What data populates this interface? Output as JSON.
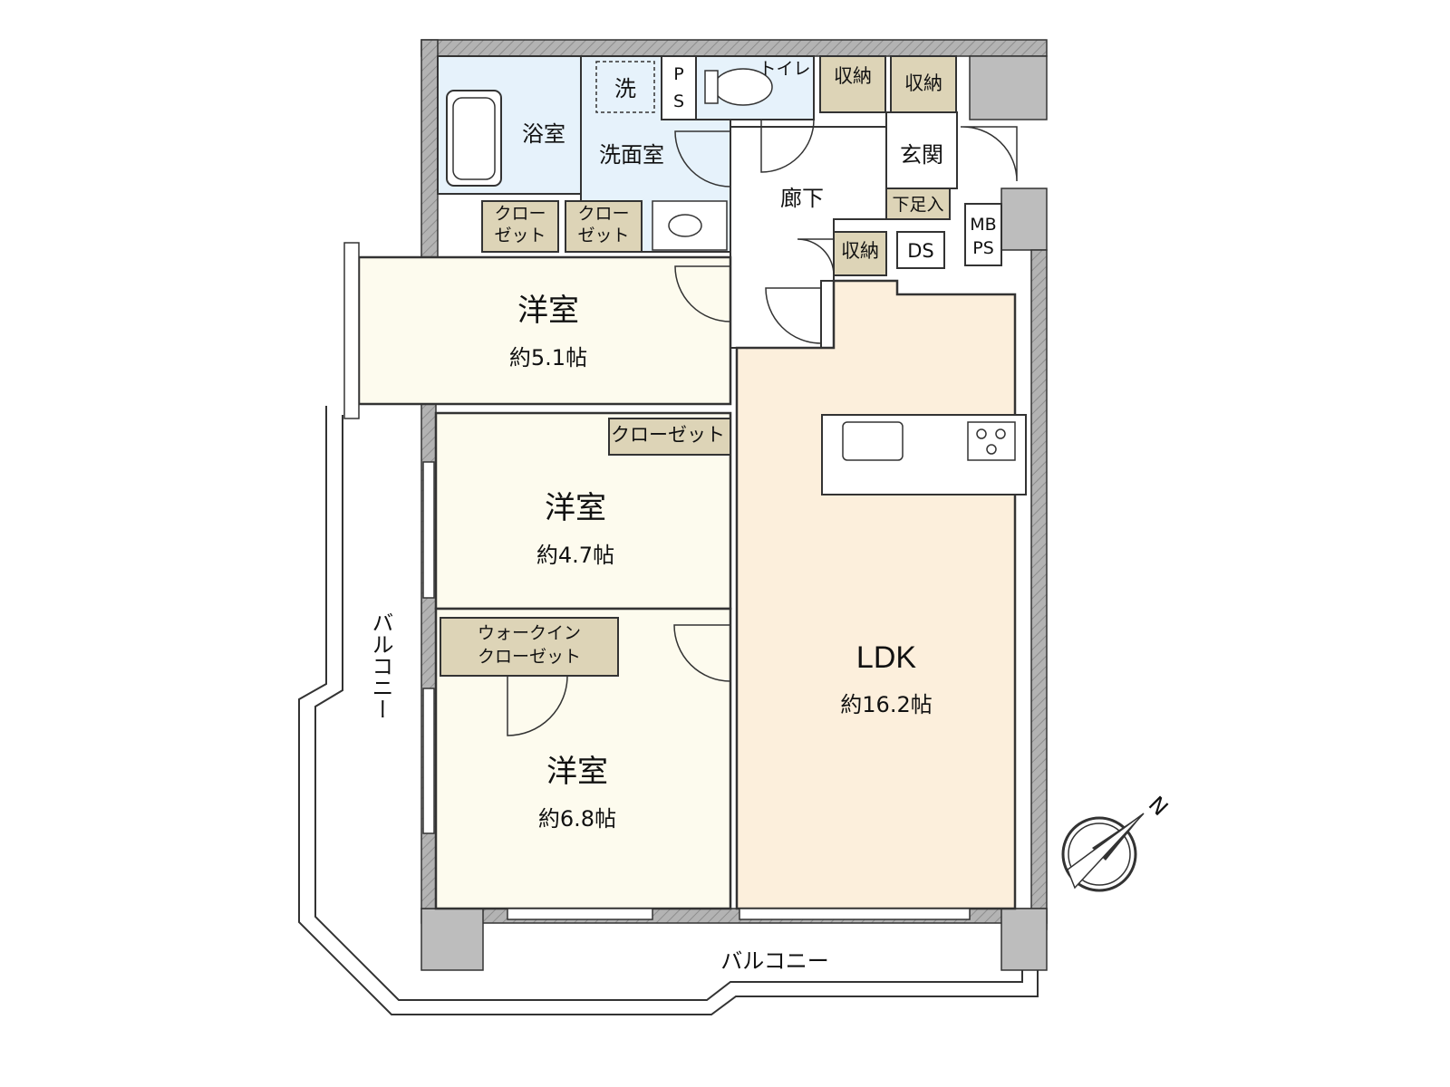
{
  "colors": {
    "wet": "#e6f2fb",
    "room": "#fdfbee",
    "ldk": "#fcefdc",
    "storage": "#ddd4b7",
    "wall": "#a9a9a9",
    "line": "#333333"
  },
  "rooms": {
    "bath": {
      "name": "浴室"
    },
    "washroom": {
      "name": "洗面室"
    },
    "washer": {
      "name": "洗"
    },
    "ps_top": {
      "name_p": "P",
      "name_s": "S"
    },
    "toilet": {
      "name": "トイレ"
    },
    "storage_a": {
      "name": "収納"
    },
    "storage_b": {
      "name": "収納"
    },
    "entrance": {
      "name": "玄関"
    },
    "shoe": {
      "name": "下足入"
    },
    "corridor": {
      "name": "廊下"
    },
    "storage_c": {
      "name": "収納"
    },
    "ds": {
      "name": "DS"
    },
    "mbps": {
      "line1": "MB",
      "line2": "PS"
    },
    "closet_a": {
      "line1": "クロー",
      "line2": "ゼット"
    },
    "closet_b": {
      "line1": "クロー",
      "line2": "ゼット"
    },
    "room1": {
      "name": "洋室",
      "size": "約5.1帖"
    },
    "closet_c": {
      "name": "クローゼット"
    },
    "room2": {
      "name": "洋室",
      "size": "約4.7帖"
    },
    "wic": {
      "line1": "ウォークイン",
      "line2": "クローゼット"
    },
    "room3": {
      "name": "洋室",
      "size": "約6.8帖"
    },
    "ldk": {
      "name": "LDK",
      "size": "約16.2帖"
    }
  },
  "balcony": {
    "side_label": "バルコニー",
    "bottom_label": "バルコニー"
  },
  "compass": {
    "label": "N"
  }
}
